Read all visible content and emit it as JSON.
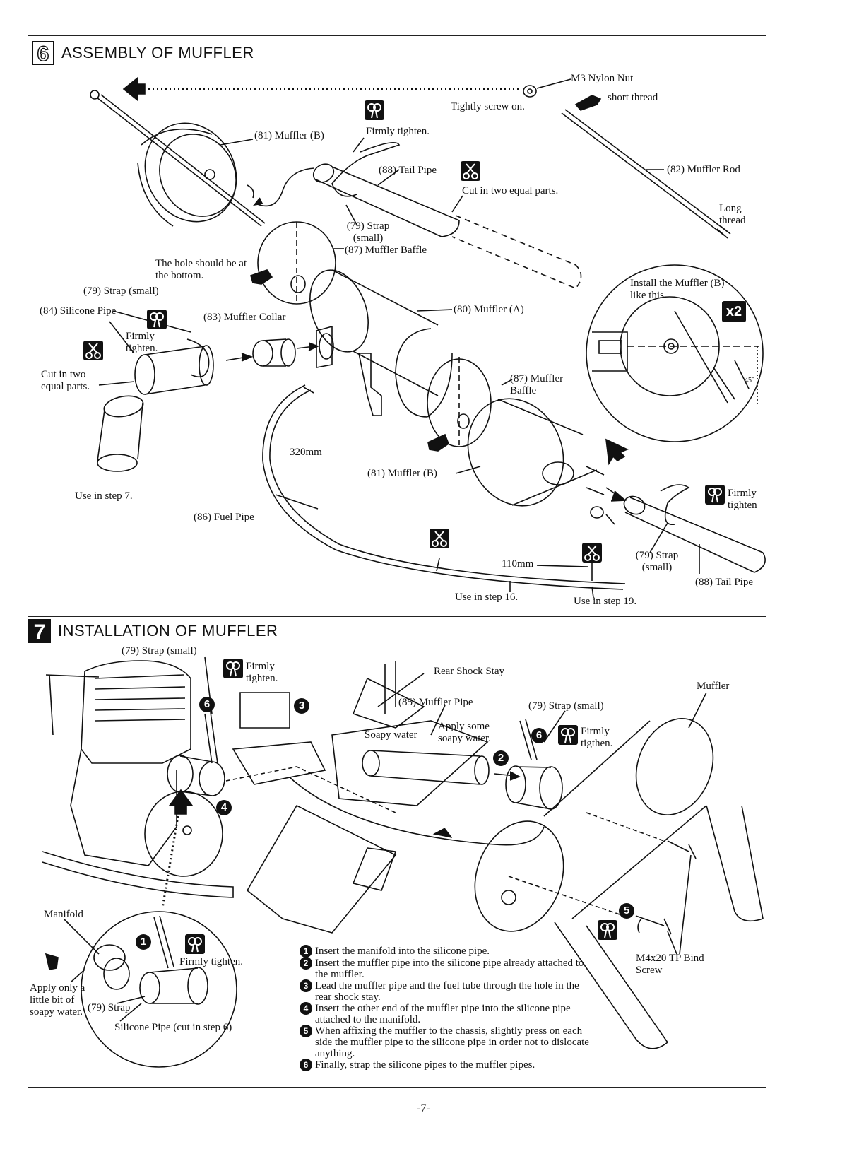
{
  "step6": {
    "number": "6",
    "title": "ASSEMBLY OF MUFFLER",
    "labels": {
      "m3_nylon_nut": "M3 Nylon Nut",
      "short_thread": "short thread",
      "tightly_screw": "Tightly screw on.",
      "muffler_b_top": "(81) Muffler (B)",
      "firmly_tighten_top": "Firmly tighten.",
      "muffler_rod": "(82) Muffler Rod",
      "tail_pipe_top": "(88) Tail Pipe",
      "cut_two_equal_top": "Cut in two equal parts.",
      "long_thread": "Long thread",
      "strap_small_top": "(79) Strap (small)",
      "muffler_baffle_top": "(87) Muffler Baffle",
      "hole_bottom": "The hole should be at the bottom.",
      "install_muffler_b": "Install the Muffler (B) like this.",
      "x2": "x2",
      "angle": "45°",
      "strap_small_left": "(79) Strap (small)",
      "silicone_pipe": "(84) Silicone Pipe",
      "firmly_tighten_left": "Firmly tighten.",
      "muffler_collar": "(83) Muffler Collar",
      "muffler_a": "(80) Muffler (A)",
      "cut_two_equal_left": "Cut in two equal parts.",
      "muffler_baffle_mid": "(87) Muffler Baffle",
      "len_320": "320mm",
      "muffler_b_mid": "(81) Muffler (B)",
      "use_step7": "Use in step 7.",
      "fuel_pipe": "(86) Fuel Pipe",
      "firmly_tighten_right": "Firmly tighten",
      "strap_small_right": "(79) Strap (small)",
      "len_110": "110mm",
      "tail_pipe_right": "(88) Tail Pipe",
      "use_step16": "Use in step 16.",
      "use_step19": "Use in step 19."
    }
  },
  "step7": {
    "number": "7",
    "title": "INSTALLATION OF MUFFLER",
    "labels": {
      "strap_small_top": "(79) Strap (small)",
      "firmly_tighten_top": "Firmly tighten.",
      "rear_shock_stay": "Rear Shock Stay",
      "muffler": "Muffler",
      "muffler_pipe": "(85) Muffler Pipe",
      "strap_small_right": "(79) Strap (small)",
      "soapy_water": "Soapy water",
      "apply_soapy": "Apply some soapy water.",
      "firmly_tigthen_right": "Firmly tigthen.",
      "manifold": "Manifold",
      "firmly_tighten_inset": "Firmly tighten.",
      "apply_only": "Apply only a little bit of soapy water.",
      "strap_inset": "(79) Strap",
      "silicone_pipe_inset": "Silicone Pipe (cut in step 6)",
      "screw": "M4x20 TP Bind Screw"
    },
    "badges": [
      "6",
      "3",
      "4",
      "2",
      "6",
      "5",
      "1"
    ],
    "instructions": [
      {
        "n": "1",
        "text": "Insert the manifold into the silicone pipe."
      },
      {
        "n": "2",
        "text": "Insert the muffler pipe into the silicone pipe already attached to the muffler."
      },
      {
        "n": "3",
        "text": "Lead the muffler pipe and the fuel tube through the hole in the rear shock stay."
      },
      {
        "n": "4",
        "text": "Insert the other end of the muffler pipe into the silicone pipe attached to the manifold."
      },
      {
        "n": "5",
        "text": "When affixing the muffler to the chassis, slightly press on each side the muffler pipe to the silicone pipe in order not to dislocate anything."
      },
      {
        "n": "6",
        "text": "Finally, strap the silicone pipes to the muffler pipes."
      }
    ]
  },
  "footer": {
    "page": "-7-"
  },
  "icons": [
    "scissors-icon",
    "pliers-icon",
    "pointing-hand-icon",
    "arrow-icon"
  ]
}
